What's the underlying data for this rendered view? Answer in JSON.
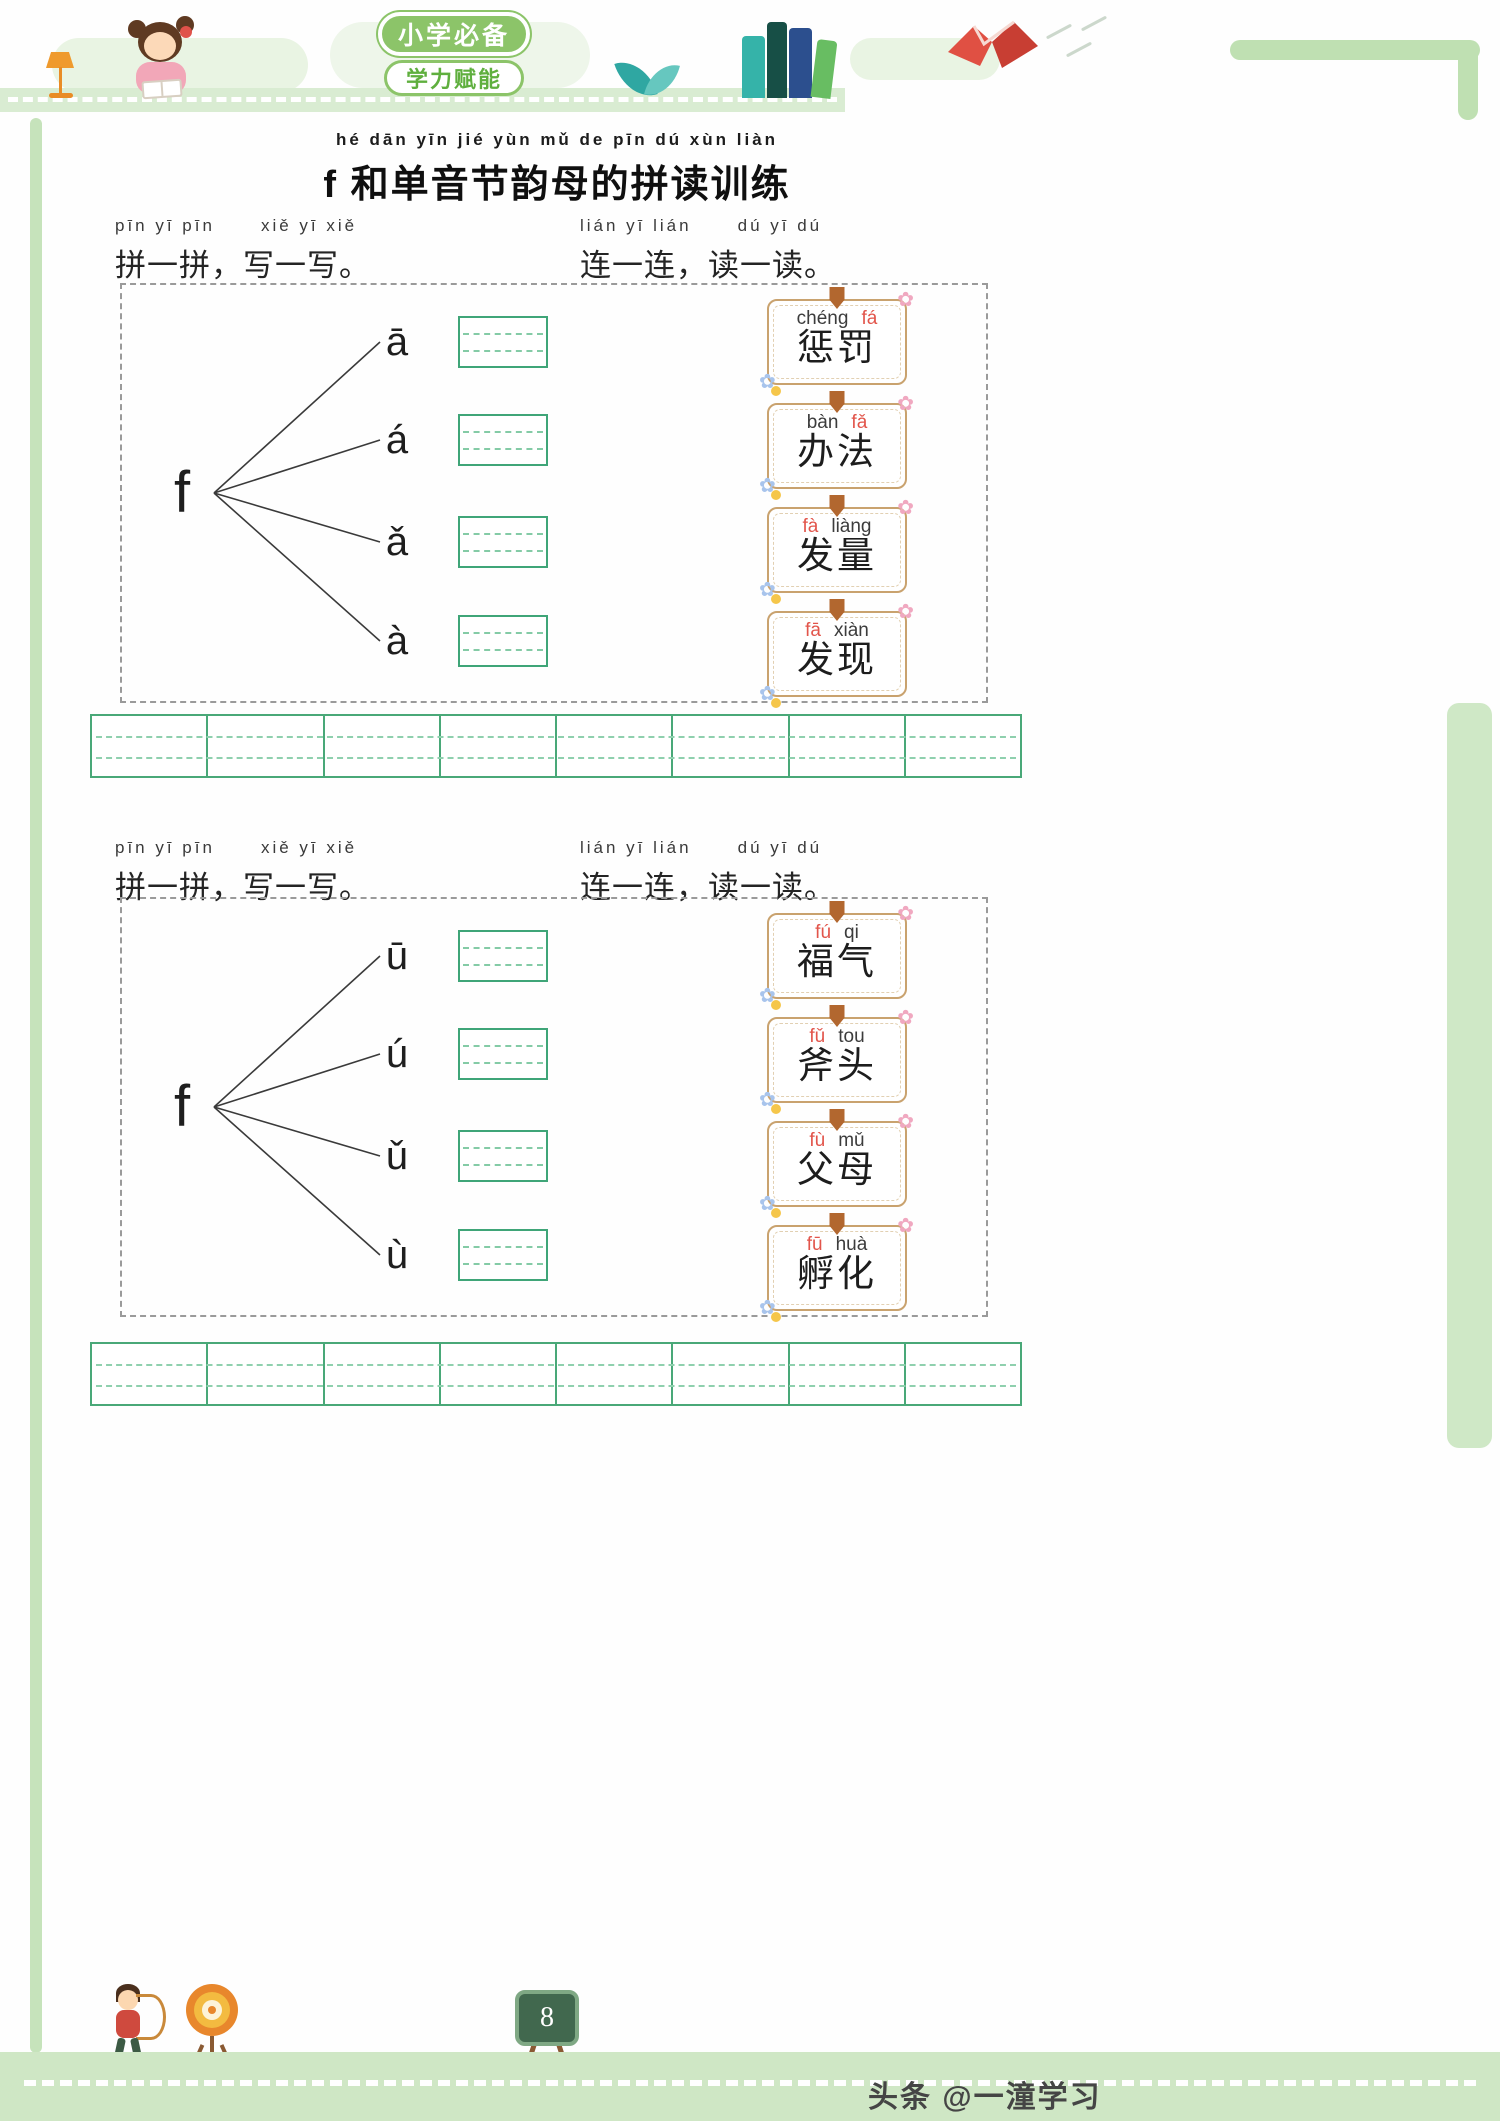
{
  "banner": {
    "badge_primary": "小学必备",
    "badge_secondary": "学力赋能"
  },
  "title": {
    "pinyin": "hé dān yīn jié yùn mǔ de pīn dú xùn liàn",
    "text": "f 和单音节韵母的拼读训练"
  },
  "instructions": {
    "write": {
      "pinyin_a": "pīn yī pīn",
      "pinyin_b": "xiě yī xiě",
      "text": "拼一拼，写一写。"
    },
    "read": {
      "pinyin_a": "lián yī lián",
      "pinyin_b": "dú yī dú",
      "text": "连一连，读一读。"
    }
  },
  "sections": [
    {
      "initial": "f",
      "finals": [
        "ā",
        "á",
        "ǎ",
        "à"
      ],
      "cards": [
        {
          "p1": "chéng",
          "p2": "fá",
          "hanzi": "惩罚"
        },
        {
          "p1": "bàn",
          "p2": "fǎ",
          "hanzi": "办法"
        },
        {
          "p1": "fà",
          "p2": "liàng",
          "hanzi": "发量"
        },
        {
          "p1": "fā",
          "p2": "xiàn",
          "hanzi": "发现"
        }
      ]
    },
    {
      "initial": "f",
      "finals": [
        "ū",
        "ú",
        "ǔ",
        "ù"
      ],
      "cards": [
        {
          "p1": "fú",
          "p2": "qi",
          "hanzi": "福气"
        },
        {
          "p1": "fǔ",
          "p2": "tou",
          "hanzi": "斧头"
        },
        {
          "p1": "fù",
          "p2": "mǔ",
          "hanzi": "父母"
        },
        {
          "p1": "fū",
          "p2": "huà",
          "hanzi": "孵化"
        }
      ]
    }
  ],
  "colors": {
    "accent_green": "#49a878",
    "frame_green": "#cfe7c5",
    "highlight_red": "#e2554b",
    "card_border": "#c9a26e"
  },
  "footer": {
    "page_number": "8",
    "watermark": "头条 @一潼学习"
  }
}
